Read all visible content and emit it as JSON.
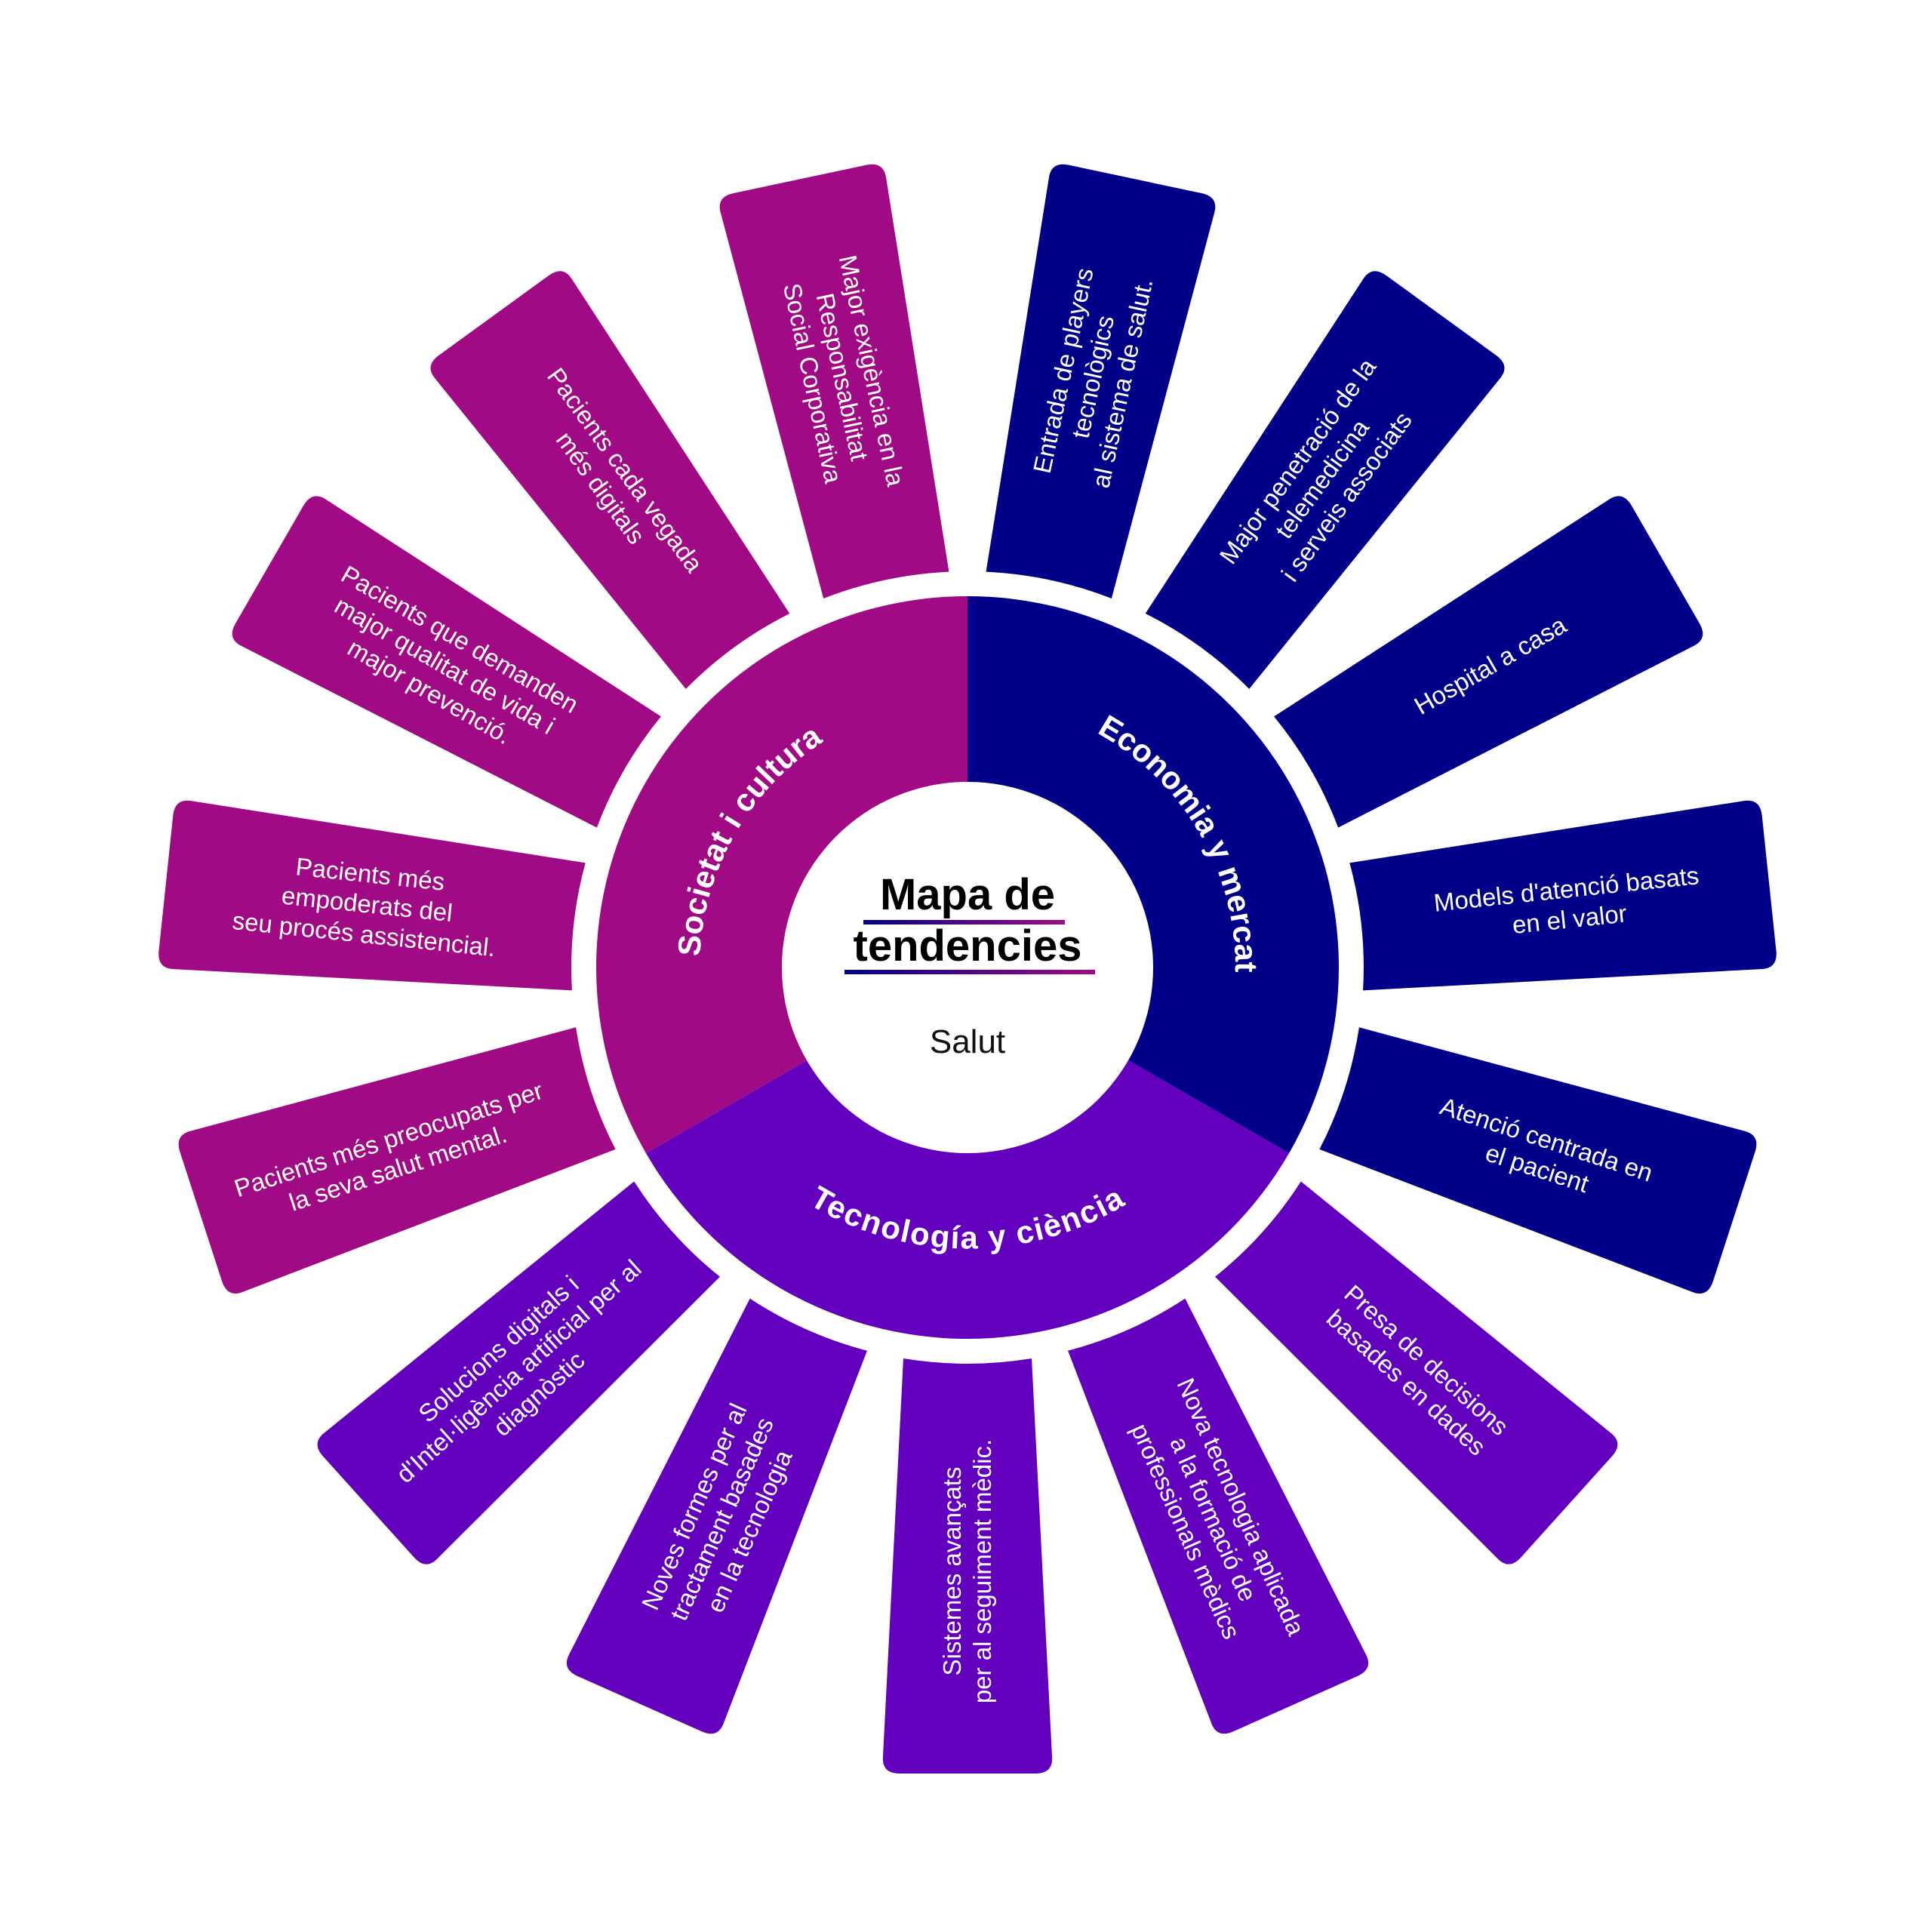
{
  "title_line1": "Mapa de",
  "title_line2": "tendencies",
  "subtitle": "Salut",
  "colors": {
    "societat": "#A10A85",
    "economia": "#000088",
    "tecnologia": "#6200BE",
    "gradient_start": "#000088",
    "gradient_end": "#A10A85"
  },
  "categories": [
    {
      "key": "economia",
      "label": "Economia y mercat"
    },
    {
      "key": "tecnologia",
      "label": "Tecnología y ciència"
    },
    {
      "key": "societat",
      "label": "Societat i cultura"
    }
  ],
  "trends": [
    {
      "category": "economia",
      "lines": [
        "Entrada de players",
        "tecnològics",
        "al sistema de salut."
      ]
    },
    {
      "category": "economia",
      "lines": [
        "Major penetració de la",
        "telemedicina",
        "i serveis associats"
      ]
    },
    {
      "category": "economia",
      "lines": [
        "Hospital a casa"
      ]
    },
    {
      "category": "economia",
      "lines": [
        "Models d'atenció basats",
        "en el valor"
      ]
    },
    {
      "category": "economia",
      "lines": [
        "Atenció centrada en",
        "el pacient"
      ]
    },
    {
      "category": "tecnologia",
      "lines": [
        "Presa de decisions",
        "basades en dades"
      ]
    },
    {
      "category": "tecnologia",
      "lines": [
        "Nova tecnologia aplicada",
        "a la formació de",
        "professionals mèdics"
      ]
    },
    {
      "category": "tecnologia",
      "lines": [
        "Sistemes avançats",
        "per al seguiment mèdic."
      ]
    },
    {
      "category": "tecnologia",
      "lines": [
        "Noves formes per al",
        "tractament basades",
        "en la tecnologia"
      ]
    },
    {
      "category": "tecnologia",
      "lines": [
        "Solucions digitals i",
        "d'Intel·ligència artificial per al",
        "diagnòstic"
      ]
    },
    {
      "category": "societat",
      "lines": [
        "Pacients més preocupats per",
        "la seva salut mental."
      ]
    },
    {
      "category": "societat",
      "lines": [
        "Pacients més",
        "empoderats del",
        "seu procés assistencial."
      ]
    },
    {
      "category": "societat",
      "lines": [
        "Pacients que demanden",
        "major qualitat de vida i",
        "major prevenció."
      ]
    },
    {
      "category": "societat",
      "lines": [
        "Pacients cada vegada",
        "més digitals"
      ]
    },
    {
      "category": "societat",
      "lines": [
        "Major exigència en la",
        "Responsabilitat",
        "Social Corporativa"
      ]
    }
  ]
}
